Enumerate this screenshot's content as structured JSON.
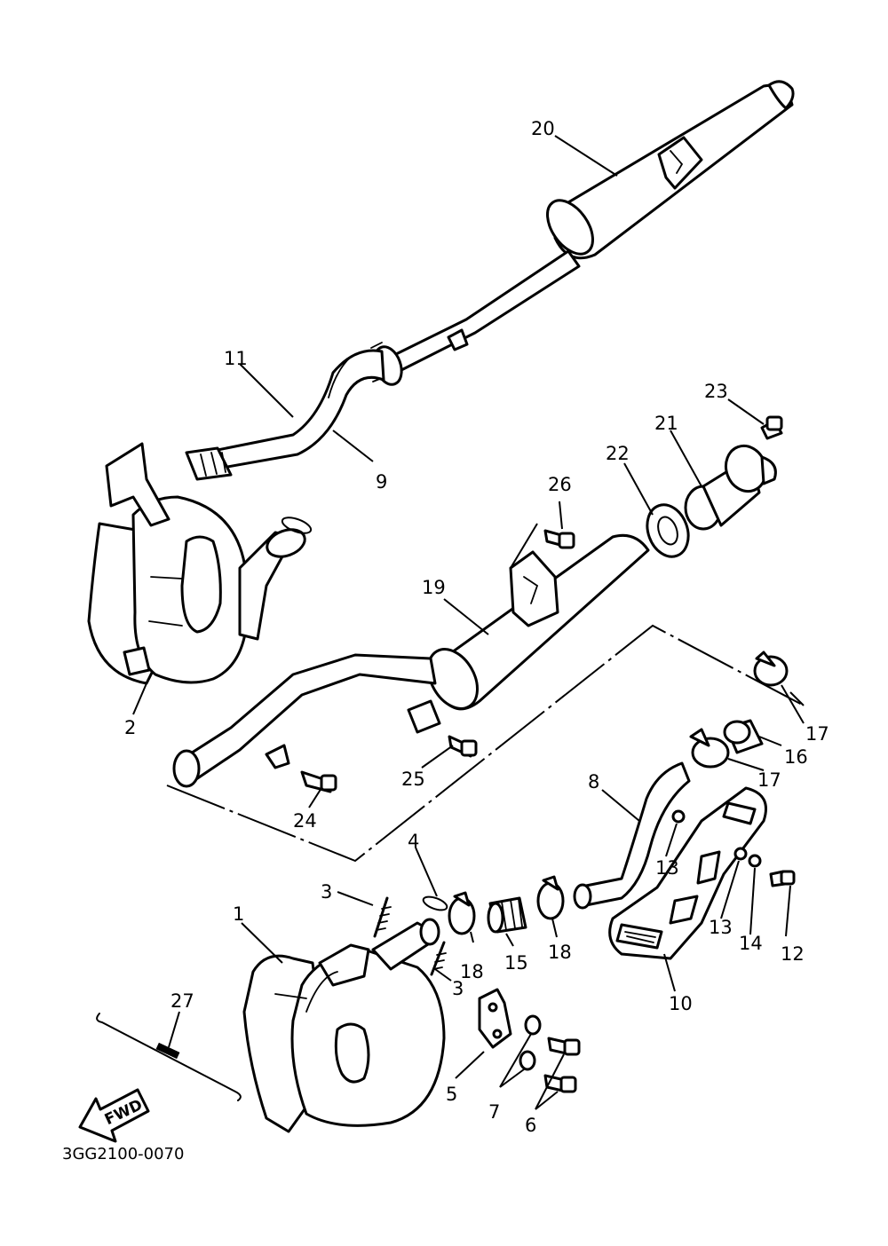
{
  "diagram_code": "3GG2100-0070",
  "direction_label": "FWD",
  "callouts": [
    "20",
    "11",
    "9",
    "2",
    "23",
    "21",
    "22",
    "26",
    "19",
    "17",
    "16",
    "17",
    "25",
    "24",
    "8",
    "13",
    "4",
    "3",
    "1",
    "3",
    "18",
    "15",
    "18",
    "13",
    "14",
    "12",
    "10",
    "27",
    "5",
    "7",
    "6"
  ]
}
